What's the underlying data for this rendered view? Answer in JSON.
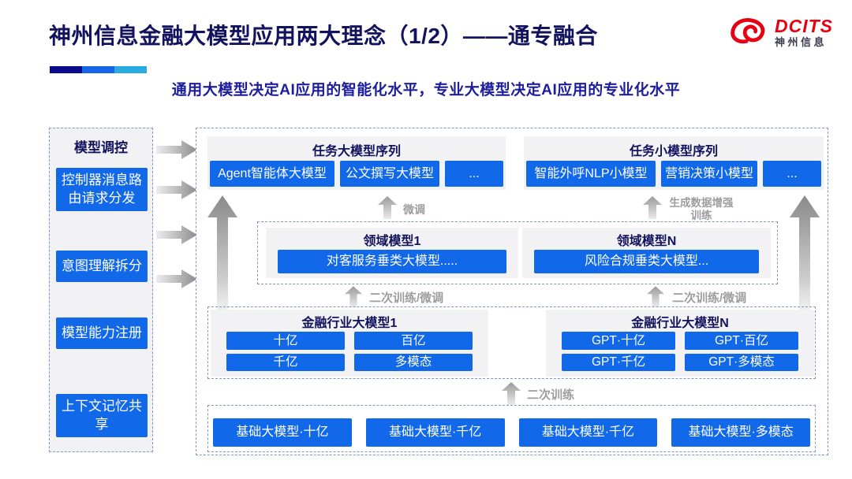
{
  "colors": {
    "accent_blue": "#1168e8",
    "title_navy": "#12125e",
    "subtitle_blue": "#1d1d9c",
    "logo_red": "#e60012",
    "accent_bar": [
      "#0a0a8c",
      "#1565e6",
      "#29abe2"
    ],
    "panel_gray": "#f2f2f4",
    "arrow_gray": "#9d9d9d",
    "dashed_border": "#8296cc"
  },
  "header": {
    "title": "神州信息金融大模型应用两大理念（1/2）——通专融合",
    "subtitle": "通用大模型决定AI应用的智能化水平，专业大模型决定AI应用的专业化水平",
    "logo_brand": "DCITS",
    "logo_name": "神州信息"
  },
  "sidebar": {
    "title": "模型调控",
    "items": [
      {
        "label": "控制器消息路由请求分发"
      },
      {
        "label": "意图理解拆分"
      },
      {
        "label": "模型能力注册"
      },
      {
        "label": "上下文记忆共享"
      }
    ]
  },
  "diagram": {
    "task_large_models": {
      "title": "任务大模型序列",
      "items": [
        "Agent智能体大模型",
        "公文撰写大模型",
        "..."
      ]
    },
    "task_small_models": {
      "title": "任务小模型序列",
      "items": [
        "智能外呼NLP小模型",
        "营销决策小模型",
        "..."
      ]
    },
    "domain_models": [
      {
        "title": "领域模型1",
        "item": "对客服务垂类大模型....."
      },
      {
        "title": "领域模型N",
        "item": "风险合规垂类大模型..."
      }
    ],
    "industry_models": [
      {
        "title": "金融行业大模型1",
        "chips": [
          "十亿",
          "百亿",
          "千亿",
          "多模态"
        ]
      },
      {
        "title": "金融行业大模型N",
        "chips": [
          "GPT·十亿",
          "GPT·百亿",
          "GPT·千亿",
          "GPT·多模态"
        ]
      }
    ],
    "base_models": [
      "基础大模型·十亿",
      "基础大模型·千亿",
      "基础大模型·千亿",
      "基础大模型·多模态"
    ],
    "arrow_labels": {
      "finetune": "微调",
      "gen_data_augment": "生成数据增强训练",
      "secondary_train_finetune_left": "二次训练/微调",
      "secondary_train_finetune_right": "二次训练/微调",
      "secondary_train": "二次训练"
    }
  }
}
